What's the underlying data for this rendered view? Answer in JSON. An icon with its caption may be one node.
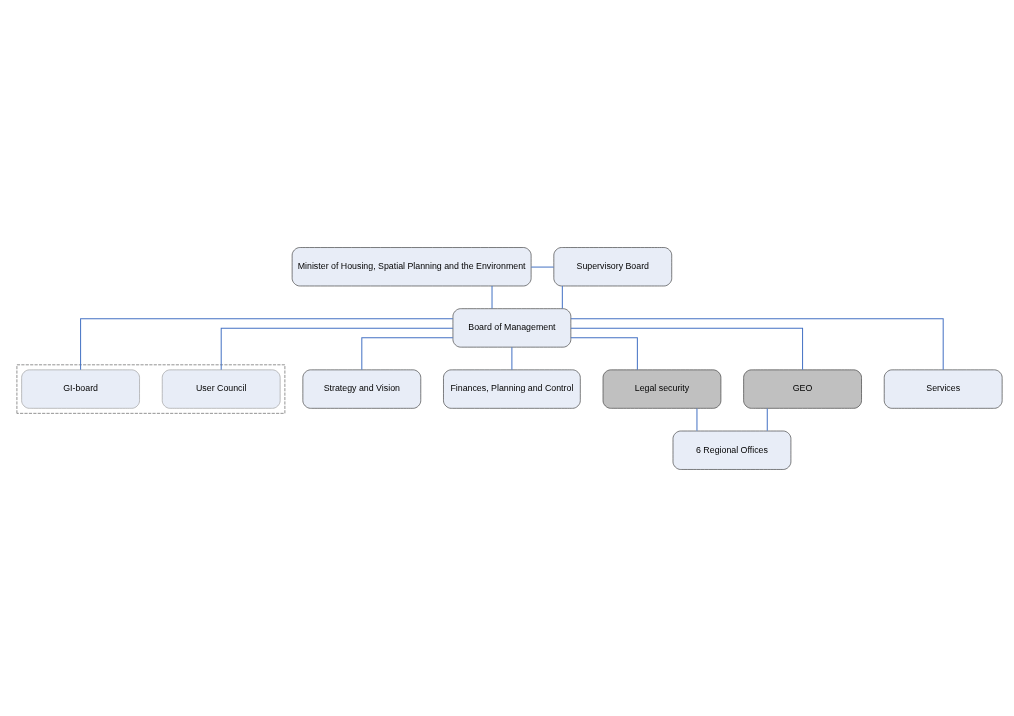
{
  "diagram": {
    "nodes": [
      {
        "text": [
          "Minister of Housing, Spatial Planning and the Environment"
        ]
      },
      {
        "text": [
          "Supervisory Board"
        ]
      },
      {
        "text": [],
        "shape": "box"
      },
      {
        "text": [
          "User Council"
        ],
        "in": 2
      },
      {
        "text": [
          "Board of Management"
        ]
      },
      {
        "text": [
          "GI-board"
        ],
        "in": 2
      },
      {
        "text": [
          "Strategy and Vision"
        ]
      },
      {
        "text": [
          "Finances, Planning and Control"
        ]
      },
      {
        "text": [
          "Legal security"
        ]
      },
      {
        "text": [
          "GEO"
        ]
      },
      {
        "text": [
          "Services"
        ]
      },
      {
        "text": [
          "6 Regional Offices"
        ]
      }
    ],
    "edges": [
      {
        "from": 0,
        "to": 1,
        "arrow": "none"
      },
      {
        "from": 0,
        "to": 4,
        "arrow": "none"
      },
      {
        "from": 1,
        "to": 4,
        "arrow": "none"
      },
      {
        "from": 4,
        "to": 3,
        "arrow": "none"
      },
      {
        "from": 4,
        "to": 5,
        "arrow": "none"
      },
      {
        "from": 4,
        "to": 6,
        "arrow": "none"
      },
      {
        "from": 4,
        "to": 7,
        "arrow": "none"
      },
      {
        "from": 4,
        "to": 8,
        "arrow": "none"
      },
      {
        "from": 4,
        "to": 9,
        "arrow": "none"
      },
      {
        "from": 4,
        "to": 10,
        "arrow": "none"
      },
      {
        "from": 8,
        "to": 11,
        "arrow": "none"
      },
      {
        "from": 9,
        "to": 11,
        "arrow": "none"
      }
    ]
  }
}
